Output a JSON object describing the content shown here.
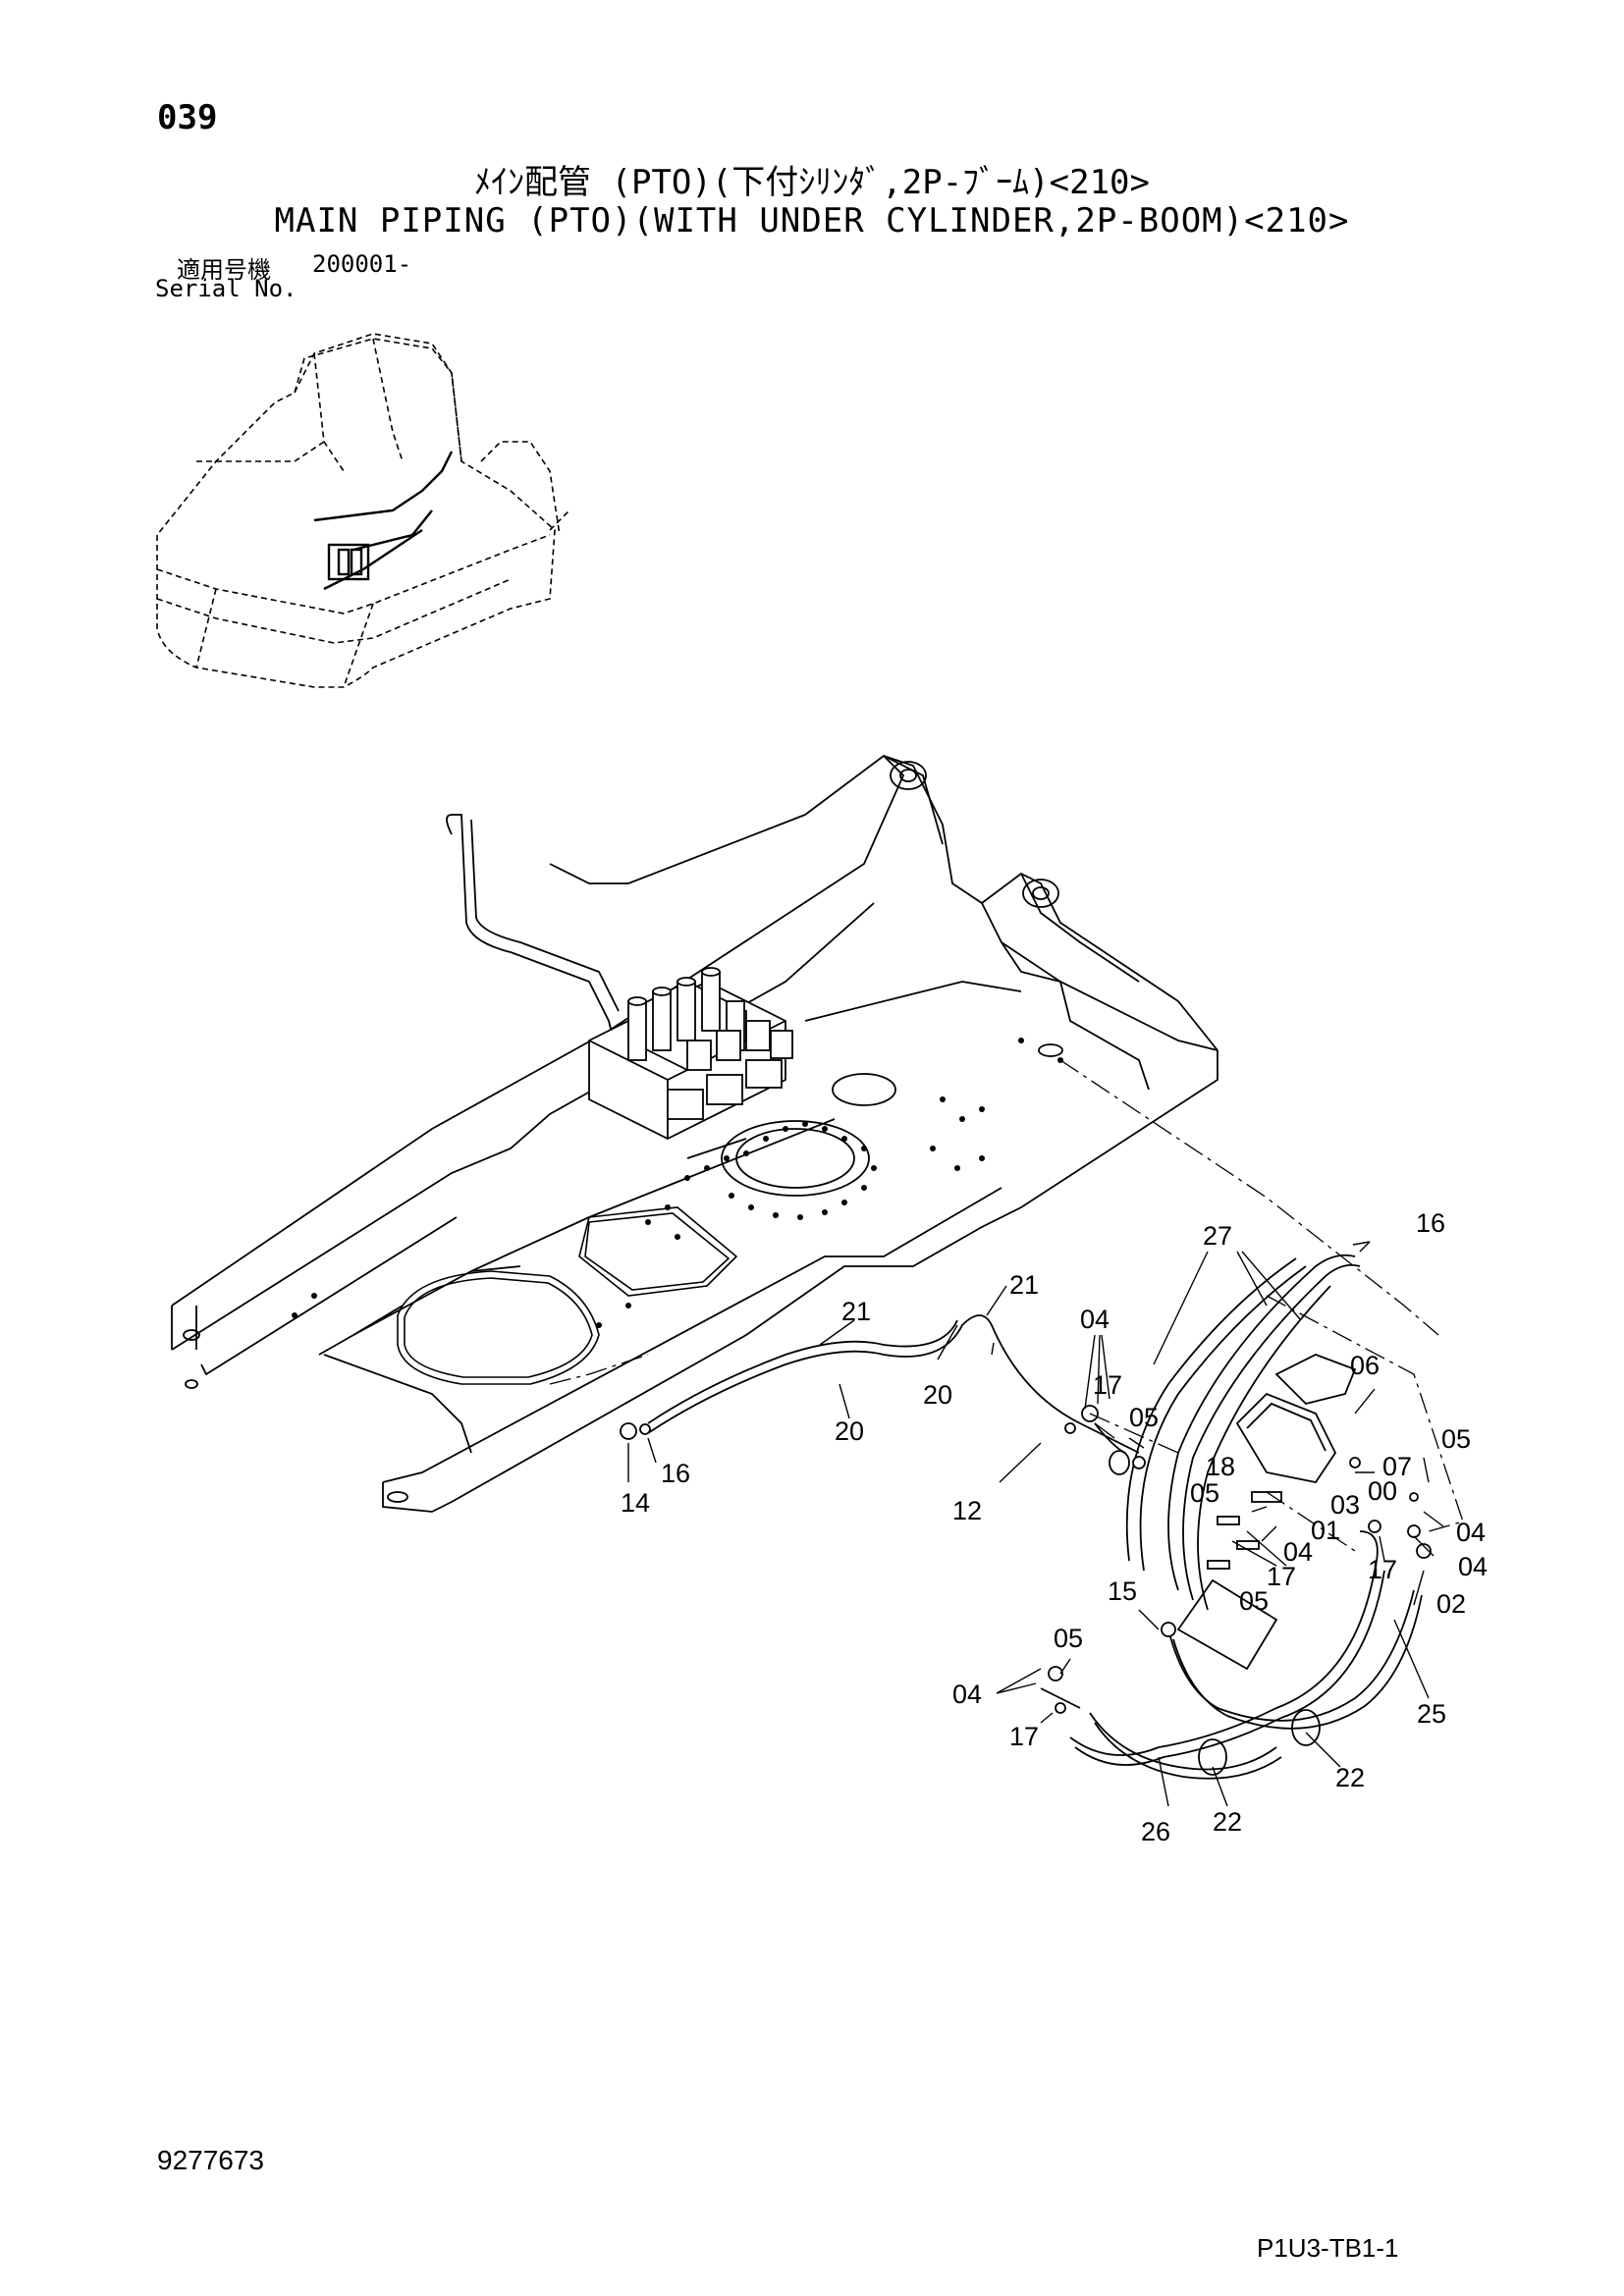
{
  "header": {
    "page_number": "039",
    "title_jp": "ﾒｲﾝ配管 (PTO)(下付ｼﾘﾝﾀﾞ,2P-ﾌﾞｰﾑ)<210>",
    "title_en": "MAIN PIPING (PTO)(WITH UNDER CYLINDER,2P-BOOM)<210>",
    "serial_label_jp": "適用号機",
    "serial_label_en": "Serial No.",
    "serial_value": "200001-"
  },
  "footer": {
    "document_number": "9277673",
    "page_code": "P1U3-TB1-1"
  },
  "callouts": [
    {
      "id": "c-16a",
      "text": "16"
    },
    {
      "id": "c-27",
      "text": "27"
    },
    {
      "id": "c-21a",
      "text": "21"
    },
    {
      "id": "c-21b",
      "text": "21"
    },
    {
      "id": "c-04a",
      "text": "04"
    },
    {
      "id": "c-06",
      "text": "06"
    },
    {
      "id": "c-17a",
      "text": "17"
    },
    {
      "id": "c-05a",
      "text": "05"
    },
    {
      "id": "c-20a",
      "text": "20"
    },
    {
      "id": "c-20b",
      "text": "20"
    },
    {
      "id": "c-05b",
      "text": "05"
    },
    {
      "id": "c-07",
      "text": "07"
    },
    {
      "id": "c-18",
      "text": "18"
    },
    {
      "id": "c-00",
      "text": "00"
    },
    {
      "id": "c-05c",
      "text": "05"
    },
    {
      "id": "c-03",
      "text": "03"
    },
    {
      "id": "c-04b",
      "text": "04"
    },
    {
      "id": "c-14",
      "text": "14"
    },
    {
      "id": "c-16b",
      "text": "16"
    },
    {
      "id": "c-12",
      "text": "12"
    },
    {
      "id": "c-01",
      "text": "01"
    },
    {
      "id": "c-04c",
      "text": "04"
    },
    {
      "id": "c-04d",
      "text": "04"
    },
    {
      "id": "c-17b",
      "text": "17"
    },
    {
      "id": "c-17c",
      "text": "17"
    },
    {
      "id": "c-05d",
      "text": "05"
    },
    {
      "id": "c-02",
      "text": "02"
    },
    {
      "id": "c-15",
      "text": "15"
    },
    {
      "id": "c-05e",
      "text": "05"
    },
    {
      "id": "c-04e",
      "text": "04"
    },
    {
      "id": "c-17d",
      "text": "17"
    },
    {
      "id": "c-25",
      "text": "25"
    },
    {
      "id": "c-22a",
      "text": "22"
    },
    {
      "id": "c-22b",
      "text": "22"
    },
    {
      "id": "c-26",
      "text": "26"
    }
  ]
}
